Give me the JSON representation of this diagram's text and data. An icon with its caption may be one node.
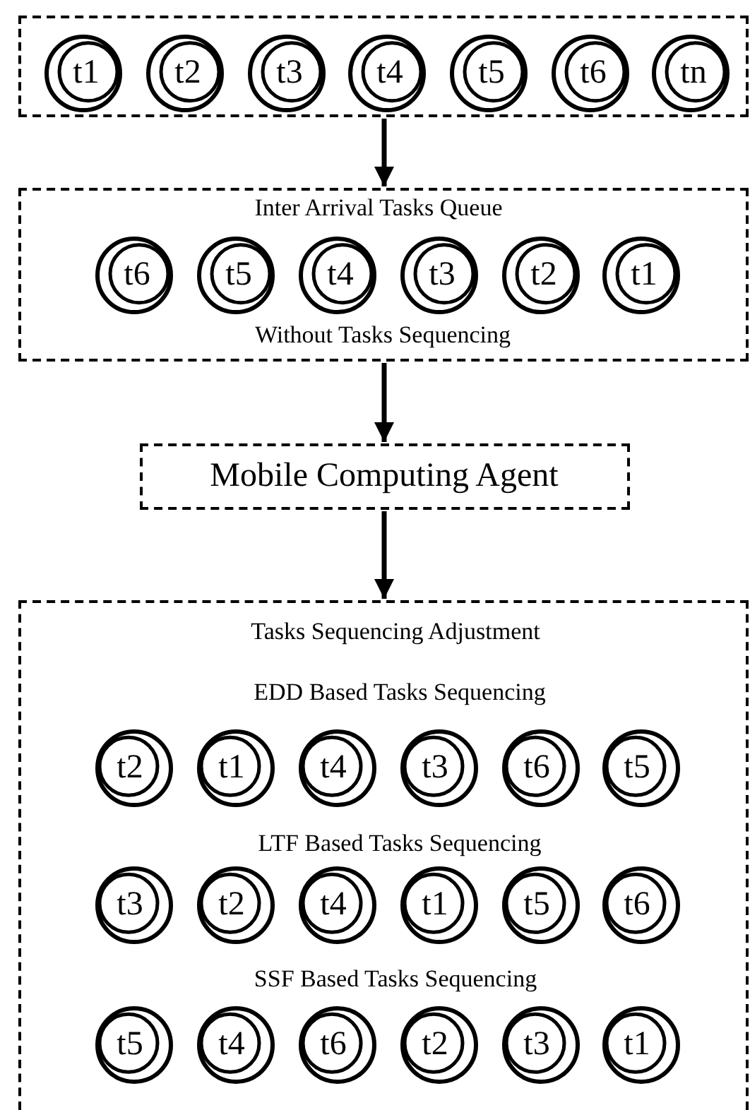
{
  "diagram": {
    "nodes": [
      {
        "text": [],
        "shape": "box"
      },
      {
        "text": [
          "t1"
        ],
        "in": 0
      },
      {
        "text": [
          "t2"
        ],
        "in": 0
      },
      {
        "text": [
          "t3"
        ],
        "in": 0
      },
      {
        "text": [
          "t4"
        ],
        "in": 0
      },
      {
        "text": [
          "t5"
        ],
        "in": 0
      },
      {
        "text": [
          "t6"
        ],
        "in": 0
      },
      {
        "text": [
          "tn"
        ],
        "in": 0
      },
      {
        "text": [
          "Inter Arrival Tasks Queue",
          "Without Tasks Sequencing"
        ]
      },
      {
        "text": [
          "t6"
        ],
        "in": 8
      },
      {
        "text": [
          "t5"
        ],
        "in": 8
      },
      {
        "text": [
          "t4"
        ],
        "in": 8
      },
      {
        "text": [
          "t3"
        ],
        "in": 8
      },
      {
        "text": [
          "t2"
        ],
        "in": 8
      },
      {
        "text": [
          "t1"
        ],
        "in": 8
      },
      {
        "text": [
          "Mobile Computing Agent"
        ]
      },
      {
        "text": [
          "Tasks Sequencing Adjustment",
          "EDD Based Tasks Sequencing",
          "LTF Based Tasks Sequencing",
          "SSF Based Tasks Sequencing"
        ]
      },
      {
        "text": [
          "t2"
        ],
        "in": 16
      },
      {
        "text": [
          "t1"
        ],
        "in": 16
      },
      {
        "text": [
          "t4"
        ],
        "in": 16
      },
      {
        "text": [
          "t3"
        ],
        "in": 16
      },
      {
        "text": [
          "t6"
        ],
        "in": 16
      },
      {
        "text": [
          "t5"
        ],
        "in": 16
      },
      {
        "text": [
          "t3"
        ],
        "in": 16
      },
      {
        "text": [
          "t2"
        ],
        "in": 16
      },
      {
        "text": [
          "t4"
        ],
        "in": 16
      },
      {
        "text": [
          "t1"
        ],
        "in": 16
      },
      {
        "text": [
          "t5"
        ],
        "in": 16
      },
      {
        "text": [
          "t6"
        ],
        "in": 16
      },
      {
        "text": [
          "t5"
        ],
        "in": 16
      },
      {
        "text": [
          "t4"
        ],
        "in": 16
      },
      {
        "text": [
          "t6"
        ],
        "in": 16
      },
      {
        "text": [
          "t2"
        ],
        "in": 16
      },
      {
        "text": [
          "t3"
        ],
        "in": 16
      },
      {
        "text": [
          "t1"
        ],
        "in": 16
      }
    ],
    "edges": [
      {
        "from": 0,
        "to": 8,
        "arrow": "to"
      },
      {
        "from": 8,
        "to": 15,
        "arrow": "to"
      },
      {
        "from": 15,
        "to": 16,
        "arrow": "to"
      }
    ]
  }
}
